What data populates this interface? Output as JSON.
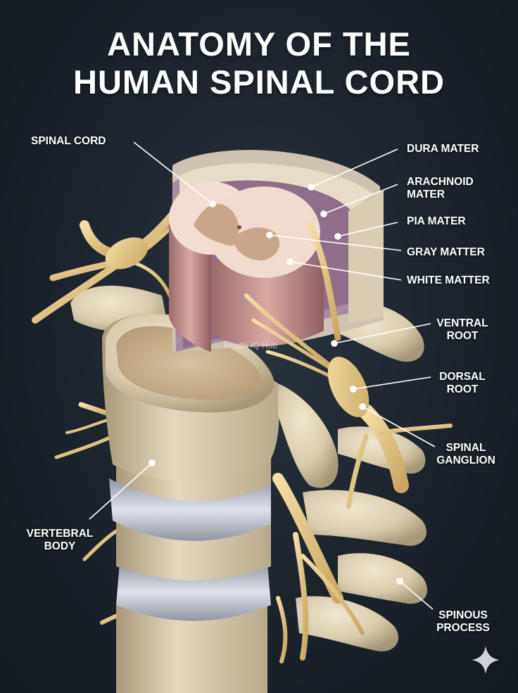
{
  "title": {
    "line1": "ANATOMY OF THE",
    "line2": "HUMAN SPINAL CORD"
  },
  "labels": {
    "spinal_cord": "SPINAL CORD",
    "dura_mater": "DURA MATER",
    "arachnoid_mater_1": "ARACHNOID",
    "arachnoid_mater_2": "MATER",
    "pia_mater": "PIA MATER",
    "gray_matter": "GRAY MATTER",
    "white_matter": "WHITE MATTER",
    "ventral_root_1": "VENTRAL",
    "ventral_root_2": "ROOT",
    "dorsal_root_1": "DORSAL",
    "dorsal_root_2": "ROOT",
    "spinal_ganglion_1": "SPINAL",
    "spinal_ganglion_2": "GANGLION",
    "vertebral_body_1": "VERTEBRAL",
    "vertebral_body_2": "BODY",
    "spinous_process_1": "SPINOUS",
    "spinous_process_2": "PROCESS"
  },
  "watermark": "Health IQ Hub",
  "colors": {
    "background": "#1b232c",
    "bone": "#e6dcc4",
    "bone_shadow": "#b9ab8c",
    "nerve": "#e9cf93",
    "white_matter": "#f1ddd2",
    "gray_matter": "#c9a68a",
    "dura": "#c7b8c2",
    "arachnoid": "#9b7a98",
    "disc": "#c9ccd6",
    "leader_line": "#ffffff"
  }
}
